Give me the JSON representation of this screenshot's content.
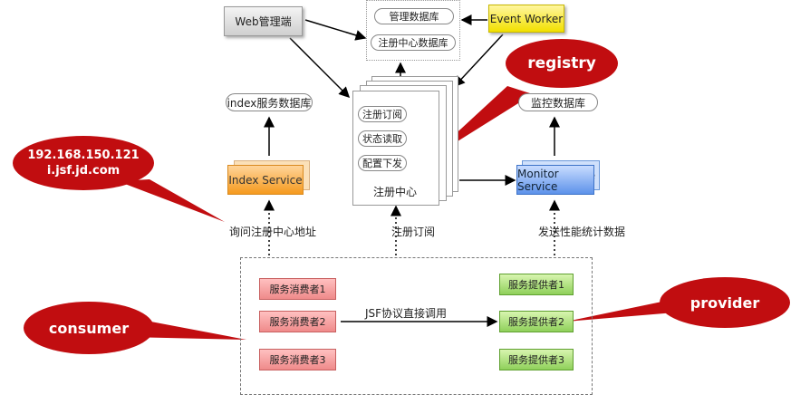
{
  "nodes": {
    "web_admin": "Web管理端",
    "event_worker": "Event Worker",
    "mgmt_db": "管理数据库",
    "registry_db": "注册中心数据库",
    "index_db": "index服务数据库",
    "monitor_db": "监控数据库",
    "index_service": "Index Service",
    "monitor_service": "Monitor Service",
    "monitor_service_back_fragment": "e",
    "registry_center": "注册中心",
    "registry_items": [
      "注册订阅",
      "状态读取",
      "配置下发"
    ]
  },
  "edge_labels": {
    "ask_registry": "询问注册中心地址",
    "subscribe": "注册订阅",
    "send_stats": "发送性能统计数据",
    "jsf_direct": "JSF协议直接调用"
  },
  "consumers": [
    "服务消费者1",
    "服务消费者2",
    "服务消费者3"
  ],
  "providers": [
    "服务提供者1",
    "服务提供者2",
    "服务提供者3"
  ],
  "callouts": {
    "registry": "registry",
    "consumer": "consumer",
    "provider": "provider",
    "address_ip": "192.168.150.121",
    "address_host": "i.jsf.jd.com"
  },
  "colors": {
    "callout_red": "#c10d10",
    "consumer_fill": "#ef8a8a",
    "provider_fill": "#8fd05a",
    "index_fill": "#f59a1e",
    "monitor_fill": "#5d92ea",
    "event_worker_fill": "#f2e000"
  }
}
